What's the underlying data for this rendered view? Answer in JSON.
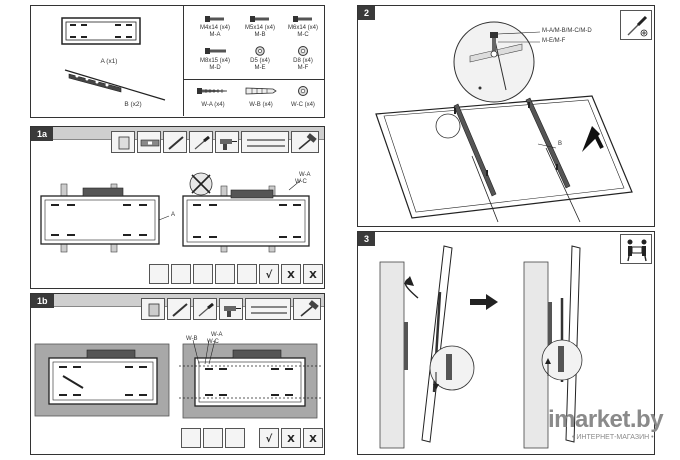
{
  "parts": {
    "plate": "A (x1)",
    "rail": "B (x2)",
    "screws": [
      {
        "size": "M4x14 (x4)",
        "code": "M-A"
      },
      {
        "size": "M5x14 (x4)",
        "code": "M-B"
      },
      {
        "size": "M6x14 (x4)",
        "code": "M-C"
      },
      {
        "size": "M8x15 (x4)",
        "code": "M-D"
      },
      {
        "size": "D5 (x4)",
        "code": "M-E"
      },
      {
        "size": "D8 (x4)",
        "code": "M-F"
      }
    ],
    "wall": [
      {
        "size": "W-A (x4)"
      },
      {
        "size": "W-B (x4)"
      },
      {
        "size": "W-C (x4)"
      }
    ]
  },
  "step_1a": {
    "label": "1a",
    "callout_a": "A",
    "callout_wa": "W-A",
    "callout_wc": "W-C",
    "checks": [
      "√",
      "X",
      "X"
    ]
  },
  "step_1b": {
    "label": "1b",
    "callout_wb": "W-B",
    "callout_wa": "W-A",
    "callout_wc": "W-C",
    "checks": [
      "√",
      "X",
      "X"
    ]
  },
  "step_2": {
    "label": "2",
    "callout_screws": "M-A/M-B/M-C/M-D",
    "callout_washers": "M-E/M-F",
    "callout_b": "B"
  },
  "step_3": {
    "label": "3"
  },
  "watermark": {
    "brand": "imarket.by",
    "tagline": "• ИНТЕРНЕТ-МАГАЗИН •"
  }
}
